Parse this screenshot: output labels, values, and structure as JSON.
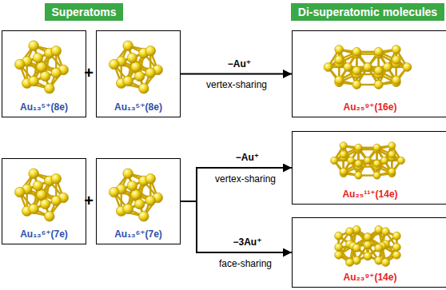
{
  "diagram": {
    "nodes": [
      {
        "text": [
          "Superatoms"
        ]
      },
      {
        "text": [
          "Di-superatomic molecules"
        ]
      },
      {
        "text": [
          "Au₁₃⁵⁺(8e)"
        ]
      },
      {
        "text": [
          "Au₁₃⁵⁺(8e)"
        ]
      },
      {
        "text": [
          "Au₂₅⁹⁺(16e)"
        ]
      },
      {
        "text": [
          "Au₂₅¹¹⁺(14e)"
        ]
      },
      {
        "text": [
          "Au₁₃⁶⁺(7e)"
        ]
      },
      {
        "text": [
          "Au₁₃⁶⁺(7e)"
        ]
      },
      {
        "text": [
          "Au₂₃⁹⁺(14e)"
        ]
      }
    ],
    "edges": [
      {
        "from": 3,
        "to": 4,
        "arrow": "to",
        "label": "−Au⁺"
      },
      {
        "from": 7,
        "to": 5,
        "arrow": "to",
        "label": "−Au⁺"
      },
      {
        "from": 7,
        "to": 8,
        "arrow": "to",
        "label": "−3Au⁺"
      }
    ],
    "labels": [
      "+",
      "+",
      "vertex-sharing",
      "vertex-sharing",
      "face-sharing"
    ]
  }
}
